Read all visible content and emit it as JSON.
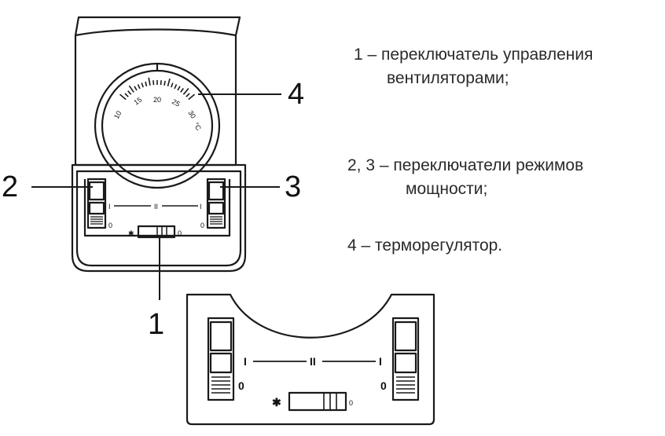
{
  "callouts": {
    "n1": "1",
    "n2": "2",
    "n3": "3",
    "n4": "4"
  },
  "dial": {
    "scale": [
      "10",
      "15",
      "20",
      "25",
      "30"
    ],
    "unit": "°C"
  },
  "switch_marks": {
    "pos_one": "I",
    "pos_two": "II",
    "off": "0",
    "snow": "✱"
  },
  "legend": {
    "item1_line1": "1 – переключатель управления",
    "item1_line2": "вентиляторами;",
    "item23_line1": "2, 3 – переключатели режимов",
    "item23_line2": "мощности;",
    "item4": "4 – терморегулятор."
  },
  "colors": {
    "ink": "#1a1a1a",
    "text": "#2a2a2a",
    "background": "#ffffff"
  }
}
